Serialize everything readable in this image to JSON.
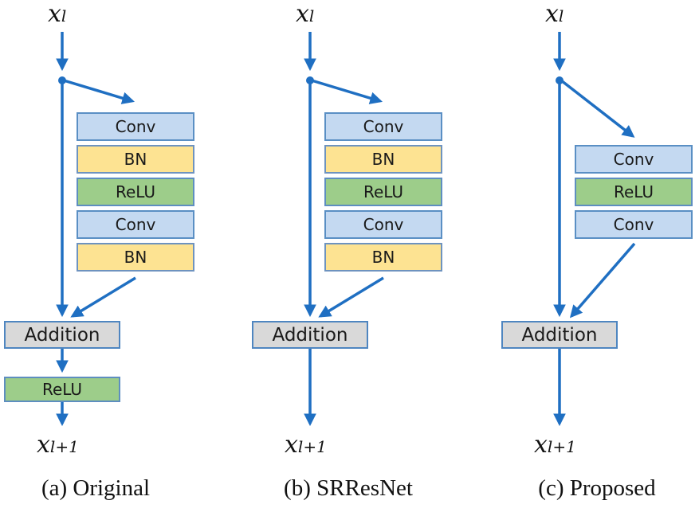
{
  "panels": [
    {
      "input": {
        "base": "x",
        "sub": "l"
      },
      "output": {
        "base": "x",
        "sub": "l+1"
      },
      "blocks": [
        "Conv",
        "BN",
        "ReLU",
        "Conv",
        "BN"
      ],
      "addition": "Addition",
      "post": "ReLU",
      "caption": "(a) Original"
    },
    {
      "input": {
        "base": "x",
        "sub": "l"
      },
      "output": {
        "base": "x",
        "sub": "l+1"
      },
      "blocks": [
        "Conv",
        "BN",
        "ReLU",
        "Conv",
        "BN"
      ],
      "addition": "Addition",
      "caption": "(b) SRResNet"
    },
    {
      "input": {
        "base": "x",
        "sub": "l"
      },
      "output": {
        "base": "x",
        "sub": "l+1"
      },
      "blocks": [
        "Conv",
        "ReLU",
        "Conv"
      ],
      "addition": "Addition",
      "caption": "(c) Proposed"
    }
  ],
  "colors": {
    "arrow": "#1f6fc2",
    "conv": "#c4d9f1",
    "bn": "#fde392",
    "relu": "#9dcd8a",
    "addition": "#d9d9d9"
  }
}
